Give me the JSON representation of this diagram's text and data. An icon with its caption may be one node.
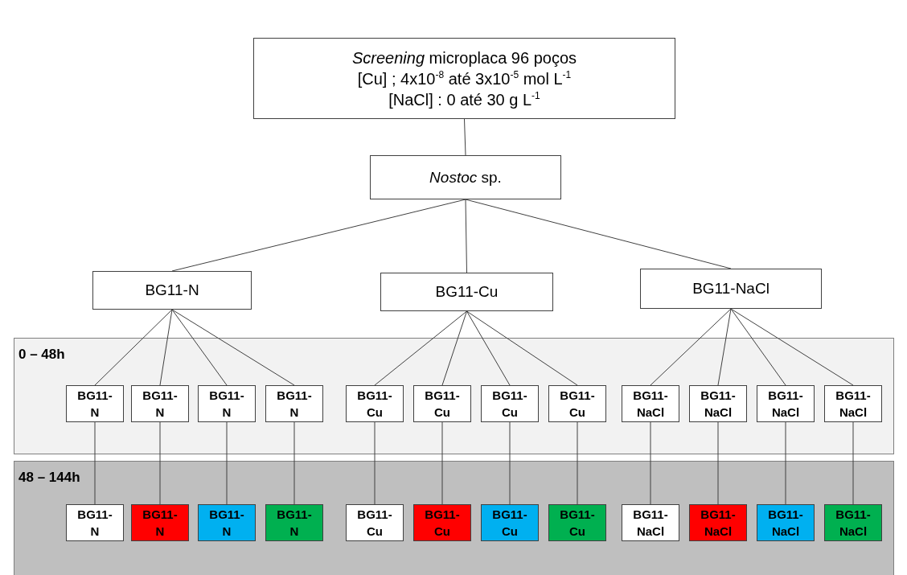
{
  "diagram": {
    "nodes": [
      {
        "text": [
          "*Screening* microplaca 96 poços",
          "[Cu] ; 4x10$^{-8}$ até 3x10$^{-5}$ mol L$^{-1}$",
          "[NaCl] : 0 até 30 g L$^{-1}$"
        ]
      },
      {
        "text": [
          "*Nostoc* sp."
        ]
      },
      {
        "text": [
          "BG11-N"
        ]
      },
      {
        "text": [
          "BG11-Cu"
        ]
      },
      {
        "text": [
          "BG11-NaCl"
        ]
      },
      {
        "text": [
          "0 – 48h"
        ]
      },
      {
        "text": [
          "BG11- N"
        ],
        "in": 5
      },
      {
        "text": [
          "BG11- N"
        ],
        "in": 5
      },
      {
        "text": [
          "BG11- N"
        ],
        "in": 5
      },
      {
        "text": [
          "BG11- N"
        ],
        "in": 5
      },
      {
        "text": [
          "BG11- Cu"
        ],
        "in": 5
      },
      {
        "text": [
          "BG11- Cu"
        ],
        "in": 5
      },
      {
        "text": [
          "BG11- Cu"
        ],
        "in": 5
      },
      {
        "text": [
          "BG11- Cu"
        ],
        "in": 5
      },
      {
        "text": [
          "BG11- NaCl"
        ],
        "in": 5
      },
      {
        "text": [
          "BG11- NaCl"
        ],
        "in": 5
      },
      {
        "text": [
          "BG11- NaCl"
        ],
        "in": 5
      },
      {
        "text": [
          "BG11- NaCl"
        ],
        "in": 5
      },
      {
        "text": [
          "48 – 144h"
        ]
      },
      {
        "text": [
          "BG11- N"
        ],
        "in": 18
      },
      {
        "text": [
          "BG11- N"
        ],
        "in": 18
      },
      {
        "text": [
          "BG11- N"
        ],
        "in": 18
      },
      {
        "text": [
          "BG11- N"
        ],
        "in": 18
      },
      {
        "text": [
          "BG11- Cu"
        ],
        "in": 18
      },
      {
        "text": [
          "BG11- Cu"
        ],
        "in": 18
      },
      {
        "text": [
          "BG11- Cu"
        ],
        "in": 18
      },
      {
        "text": [
          "BG11- Cu"
        ],
        "in": 18
      },
      {
        "text": [
          "BG11- NaCl"
        ],
        "in": 18
      },
      {
        "text": [
          "BG11- NaCl"
        ],
        "in": 18
      },
      {
        "text": [
          "BG11- NaCl"
        ],
        "in": 18
      },
      {
        "text": [
          "BG11- NaCl"
        ],
        "in": 18
      }
    ],
    "edges": [
      {
        "from": 0,
        "to": 1,
        "arrow": "none"
      },
      {
        "from": 1,
        "to": 2,
        "arrow": "none"
      },
      {
        "from": 1,
        "to": 3,
        "arrow": "none"
      },
      {
        "from": 1,
        "to": 4,
        "arrow": "none"
      },
      {
        "from": 2,
        "to": 6,
        "arrow": "none"
      },
      {
        "from": 2,
        "to": 7,
        "arrow": "none"
      },
      {
        "from": 2,
        "to": 8,
        "arrow": "none"
      },
      {
        "from": 2,
        "to": 9,
        "arrow": "none"
      },
      {
        "from": 3,
        "to": 10,
        "arrow": "none"
      },
      {
        "from": 3,
        "to": 11,
        "arrow": "none"
      },
      {
        "from": 3,
        "to": 12,
        "arrow": "none"
      },
      {
        "from": 3,
        "to": 13,
        "arrow": "none"
      },
      {
        "from": 4,
        "to": 14,
        "arrow": "none"
      },
      {
        "from": 4,
        "to": 15,
        "arrow": "none"
      },
      {
        "from": 4,
        "to": 16,
        "arrow": "none"
      },
      {
        "from": 4,
        "to": 17,
        "arrow": "none"
      },
      {
        "from": 6,
        "to": 19,
        "arrow": "none"
      },
      {
        "from": 7,
        "to": 20,
        "arrow": "none"
      },
      {
        "from": 8,
        "to": 21,
        "arrow": "none"
      },
      {
        "from": 9,
        "to": 22,
        "arrow": "none"
      },
      {
        "from": 10,
        "to": 23,
        "arrow": "none"
      },
      {
        "from": 11,
        "to": 24,
        "arrow": "none"
      },
      {
        "from": 12,
        "to": 25,
        "arrow": "none"
      },
      {
        "from": 13,
        "to": 26,
        "arrow": "none"
      },
      {
        "from": 14,
        "to": 27,
        "arrow": "none"
      },
      {
        "from": 15,
        "to": 28,
        "arrow": "none"
      },
      {
        "from": 16,
        "to": 29,
        "arrow": "none"
      },
      {
        "from": 17,
        "to": 30,
        "arrow": "none"
      }
    ]
  }
}
